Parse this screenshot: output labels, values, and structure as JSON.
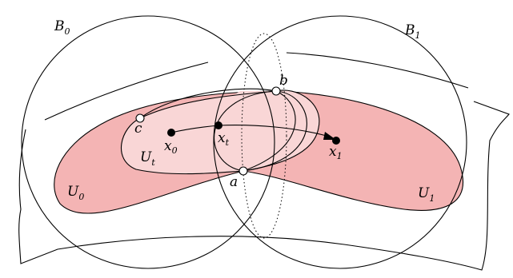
{
  "labels": {
    "B0": {
      "main": "B",
      "sub": "0"
    },
    "B1": {
      "main": "B",
      "sub": "1"
    },
    "U0": {
      "main": "U",
      "sub": "0"
    },
    "U1": {
      "main": "U",
      "sub": "1"
    },
    "Ut": {
      "main": "U",
      "sub": "t"
    },
    "x0": {
      "main": "x",
      "sub": "0"
    },
    "xt": {
      "main": "x",
      "sub": "t"
    },
    "x1": {
      "main": "x",
      "sub": "1"
    },
    "a": "a",
    "b": "b",
    "c": "c"
  },
  "colors": {
    "region_fill": "#f4b4b4",
    "overlap_fill": "#f9d6d6",
    "stroke": "#000000",
    "open_point_fill": "#ffffff",
    "solid_point_fill": "#000000"
  }
}
